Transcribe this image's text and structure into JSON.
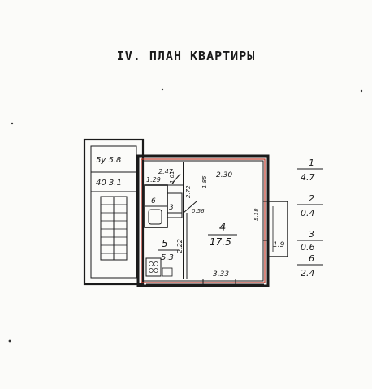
{
  "title": "IV. ПЛАН КВАРТИРЫ",
  "stair_labels": {
    "top": "5у 5.8",
    "bottom": "40 3.1"
  },
  "rooms": {
    "room5_number": "5",
    "room5_area": "5.3",
    "room4_number": "4",
    "room4_area": "17.5",
    "small_6": "6",
    "small_3": "3"
  },
  "dimensions": {
    "d_247": "2.47",
    "d_129": "1.29",
    "d_101": "1.01",
    "d_272": "2.72",
    "d_185": "1.85",
    "d_230": "2.30",
    "d_056": "0.56",
    "d_518": "5.18",
    "d_222": "2.22",
    "d_19": "1.9",
    "d_333": "3.33"
  },
  "legend": [
    {
      "num": "1",
      "val": "4.7"
    },
    {
      "num": "2",
      "val": "0.4"
    },
    {
      "num": "3",
      "val": "0.6"
    },
    {
      "num": "6",
      "val": "2.4"
    }
  ],
  "colors": {
    "ink": "#1a1a1a",
    "red_outline": "#c0392b"
  }
}
